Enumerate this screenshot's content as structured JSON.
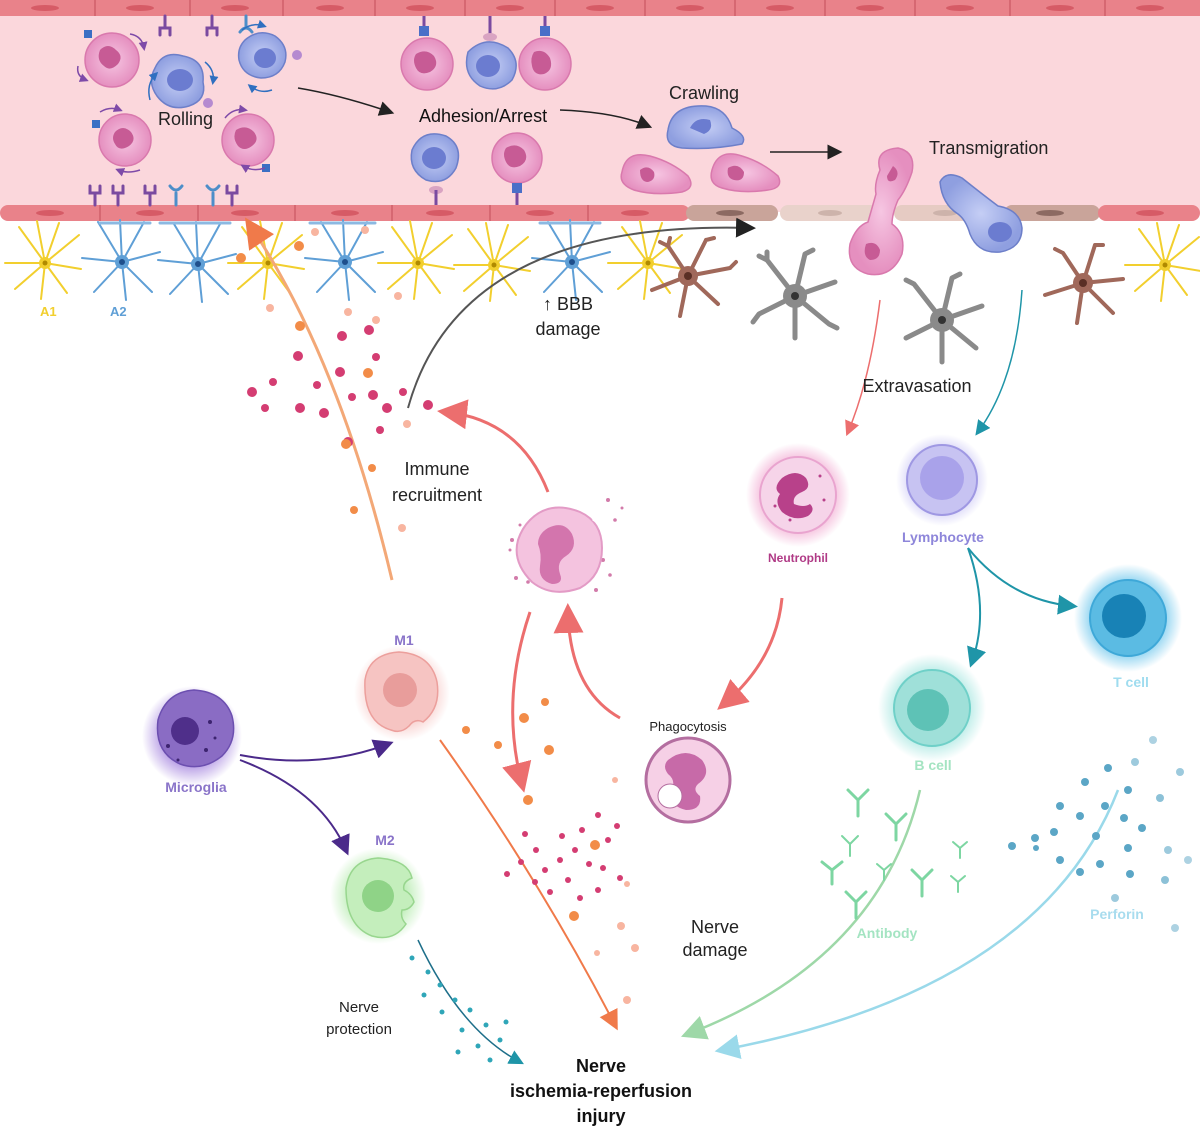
{
  "steps": {
    "rolling": "Rolling",
    "adhesion": "Adhesion/Arrest",
    "crawling": "Crawling",
    "transmigration": "Transmigration",
    "extravasation": "Extravasation"
  },
  "astrocytes": {
    "a1": "A1",
    "a2": "A2"
  },
  "bbb": {
    "line1": "↑ BBB",
    "line2": "damage"
  },
  "immune": {
    "line1": "Immune",
    "line2": "recruitment"
  },
  "cells": {
    "neutrophil": "Neutrophil",
    "lymphocyte": "Lymphocyte",
    "t_cell": "T cell",
    "b_cell": "B cell",
    "microglia": "Microglia",
    "m1": "M1",
    "m2": "M2",
    "phagocytosis": "Phagocytosis"
  },
  "effectors": {
    "antibody": "Antibody",
    "perforin": "Perforin"
  },
  "outcomes": {
    "nerve_damage_1": "Nerve",
    "nerve_damage_2": "damage",
    "nerve_protection_1": "Nerve",
    "nerve_protection_2": "protection",
    "injury_1": "Nerve",
    "injury_2": "ischemia-reperfusion",
    "injury_3": "injury"
  },
  "colors": {
    "vessel": "#fbd7dc",
    "endothelium": "#e8737b",
    "neutrophil": "#e58fbf",
    "monocyte": "#8f9fe0",
    "a1": "#f2cf2e",
    "a2": "#5f9fd6",
    "microglia": "#7a5fb8",
    "m1": "#f4b7b5",
    "m2": "#a8e3a0",
    "lymphocyte": "#b3aef0",
    "t_cell": "#3ea8d8",
    "b_cell": "#6fd0c8",
    "antibody": "#7dd6a2",
    "perforin": "#5ba6c6",
    "arrow_red": "#ec6e6e",
    "arrow_orange": "#f3a877"
  }
}
